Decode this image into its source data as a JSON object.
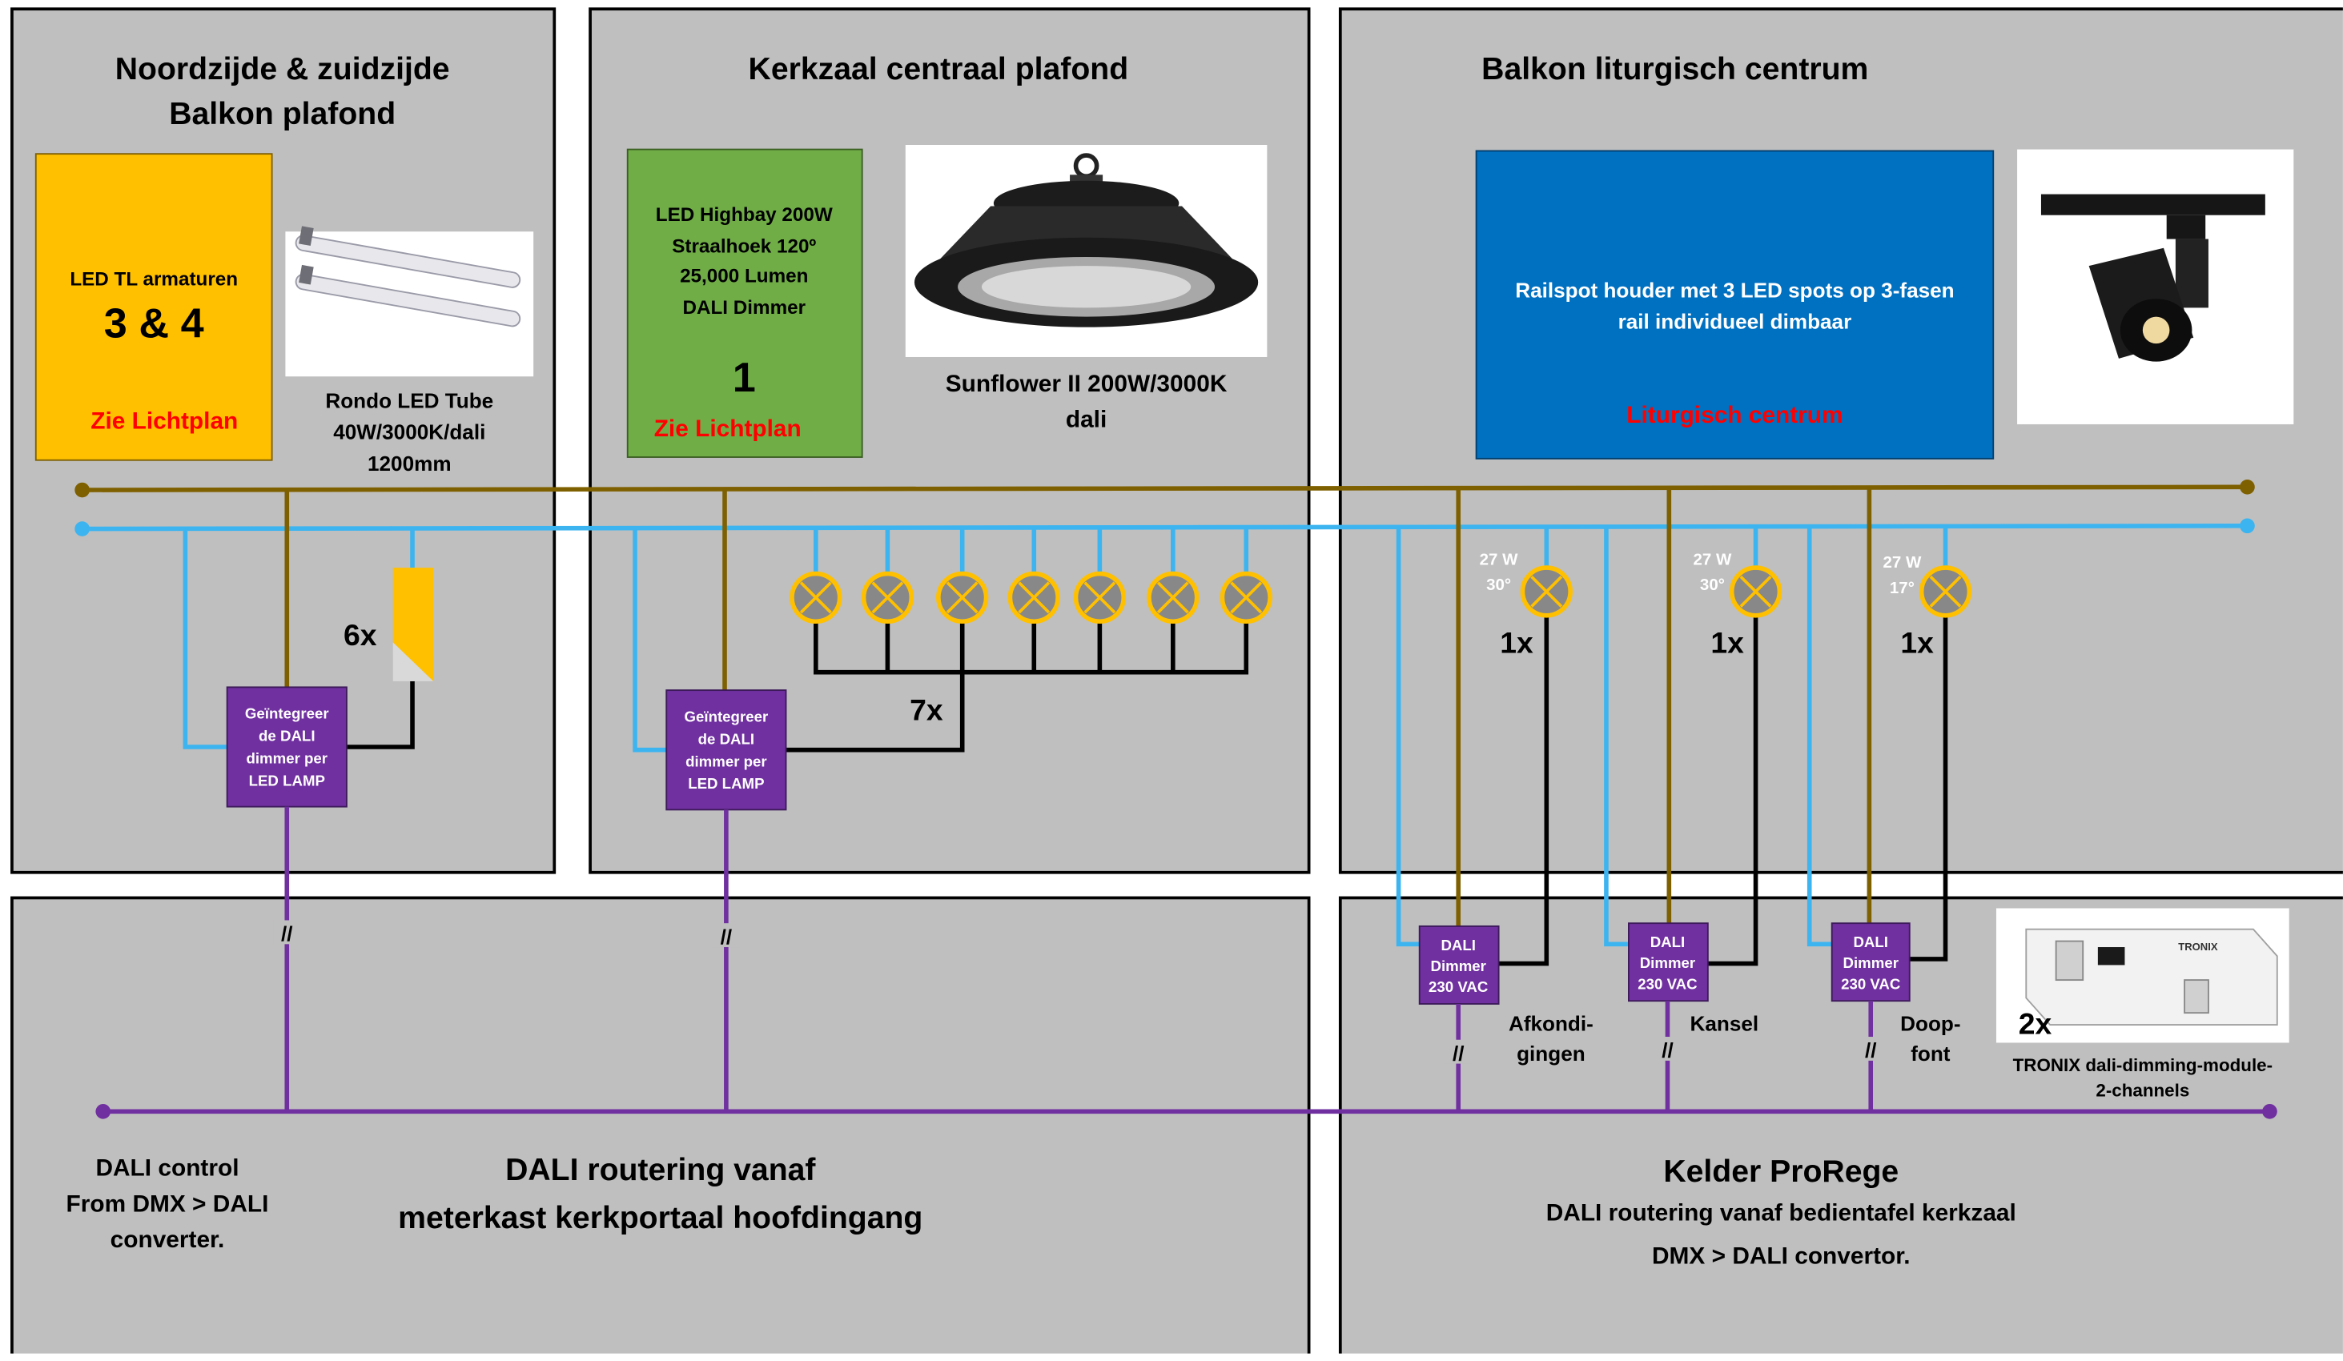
{
  "panels": {
    "north_south": {
      "title_line1": "Noordzijde & zuidzijde",
      "title_line2": "Balkon plafond"
    },
    "central": {
      "title": "Kerkzaal centraal plafond"
    },
    "liturgical": {
      "title": "Balkon liturgisch centrum"
    },
    "dali_route": {
      "control_line1": "DALI  control",
      "control_line2": "From DMX > DALI",
      "control_line3": "converter.",
      "title_line1": "DALI routering vanaf",
      "title_line2": "meterkast kerkportaal hoofdingang"
    },
    "kelder": {
      "title": "Kelder ProRege",
      "line1": "DALI routering vanaf bedientafel kerkzaal",
      "line2": "DMX > DALI convertor."
    }
  },
  "tl_box": {
    "line1": "LED TL armaturen",
    "big": "3 & 4",
    "link": "Zie Lichtplan"
  },
  "tube_caption": {
    "line1": "Rondo LED Tube",
    "line2": "40W/3000K/dali",
    "line3": "1200mm"
  },
  "highbay_box": {
    "line1": "LED Highbay  200W",
    "line2": "Straalhoek 120º",
    "line3": "25,000 Lumen",
    "line4": "DALI Dimmer",
    "count": "1",
    "link": "Zie Lichtplan"
  },
  "sunflower_caption": {
    "line1": "Sunflower II 200W/3000K",
    "line2": "dali"
  },
  "railspot_box": {
    "line1": "Railspot houder met 3 LED spots op 3-fasen",
    "line2": "rail individueel dimbaar",
    "link": "Liturgisch centrum"
  },
  "integrated_dimmer": {
    "line1": "Geïntegreer",
    "line2": "de DALI",
    "line3": "dimmer per",
    "line4": "LED LAMP"
  },
  "multipliers": {
    "tubes": "6x",
    "highbays": "7x"
  },
  "break_mark": "//",
  "spots": [
    {
      "power": "27 W",
      "angle": "30°",
      "count": "1x",
      "name_line1": "Afkondi-",
      "name_line2": "gingen"
    },
    {
      "power": "27 W",
      "angle": "30°",
      "count": "1x",
      "name_line1": "Kansel",
      "name_line2": ""
    },
    {
      "power": "27 W",
      "angle": "17°",
      "count": "1x",
      "name_line1": "Doop-",
      "name_line2": "font"
    }
  ],
  "dali_dimmer": {
    "line1": "DALI",
    "line2": "Dimmer",
    "line3": "230 VAC"
  },
  "tronix": {
    "count": "2x",
    "caption_line1": "TRONIX dali-dimming-module-",
    "caption_line2": "2-channels",
    "brand": "TRONIX"
  },
  "colors": {
    "panel": "#bfbfbf",
    "phase": "#7f6000",
    "neutral": "#3cb4f0",
    "dali": "#7030a0",
    "dimmer_box": "#7030a0",
    "tl_box": "#ffc000",
    "highbay_box": "#70ad47",
    "railspot_box": "#0070c0",
    "lamp": "#ffc000",
    "link_text": "#ff0000"
  }
}
